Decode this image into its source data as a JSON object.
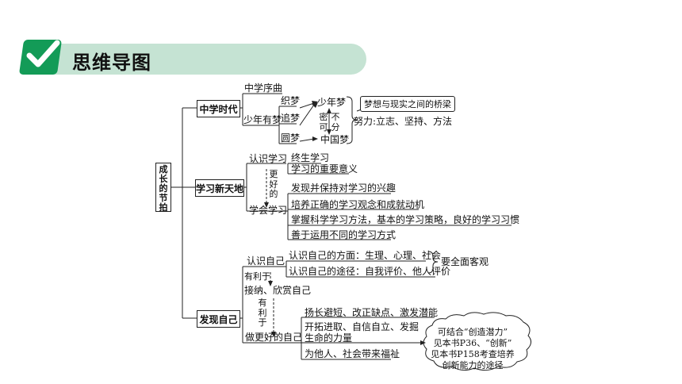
{
  "header": {
    "title": "思维导图"
  },
  "root": {
    "label": "成长的节拍"
  },
  "branches": {
    "b1": {
      "label": "中学时代",
      "prelude": "中学序曲",
      "youth_dream": "少年有梦",
      "dream_verbs": [
        "织梦",
        "追梦",
        "圆梦"
      ],
      "youth_target": "少年梦",
      "china_target": "中国梦",
      "link_vertical": "密不可分",
      "bridge_note": "梦想与现实之间的桥梁",
      "effort": "努力:立志、坚持、方法"
    },
    "b2": {
      "label": "学习新天地",
      "know_learning": "认识学习",
      "know_items": [
        "终生学习",
        "学习的重要意义"
      ],
      "better_vertical": "更好的",
      "learn_how": "学会学习",
      "learn_items": [
        "发现并保持对学习的兴趣",
        "培养正确的学习观念和成就动机",
        "掌握科学学习方法，基本的学习策略，良好的学习习惯",
        "善于运用不同的学习方式"
      ]
    },
    "b3": {
      "label": "发现自己",
      "know_self": "认识自己",
      "self_items": [
        "认识自己的方面：生理、心理、社会",
        "认识自己的途径：自我评价、他人评价"
      ],
      "objective_note": "要全面客观",
      "benefit_vertical_1": "有利于",
      "accept": "接纳、欣赏自己",
      "benefit_vertical_2": "有利于",
      "better_self": "做更好的自己",
      "better_items": [
        "扬长避短、改正缺点、激发潜能",
        "开拓进取、自信自立、发掘",
        "生命的力量",
        "为他人、社会带来福祉"
      ]
    }
  },
  "cloud_note": [
    "可结合“创造潜力”",
    "见本书P36、“创新”",
    "见本书P158考查培养",
    "创新能力的途径"
  ],
  "colors": {
    "check_green": "#139b57",
    "header_band": "#c5e3d3",
    "line": "#222222"
  }
}
